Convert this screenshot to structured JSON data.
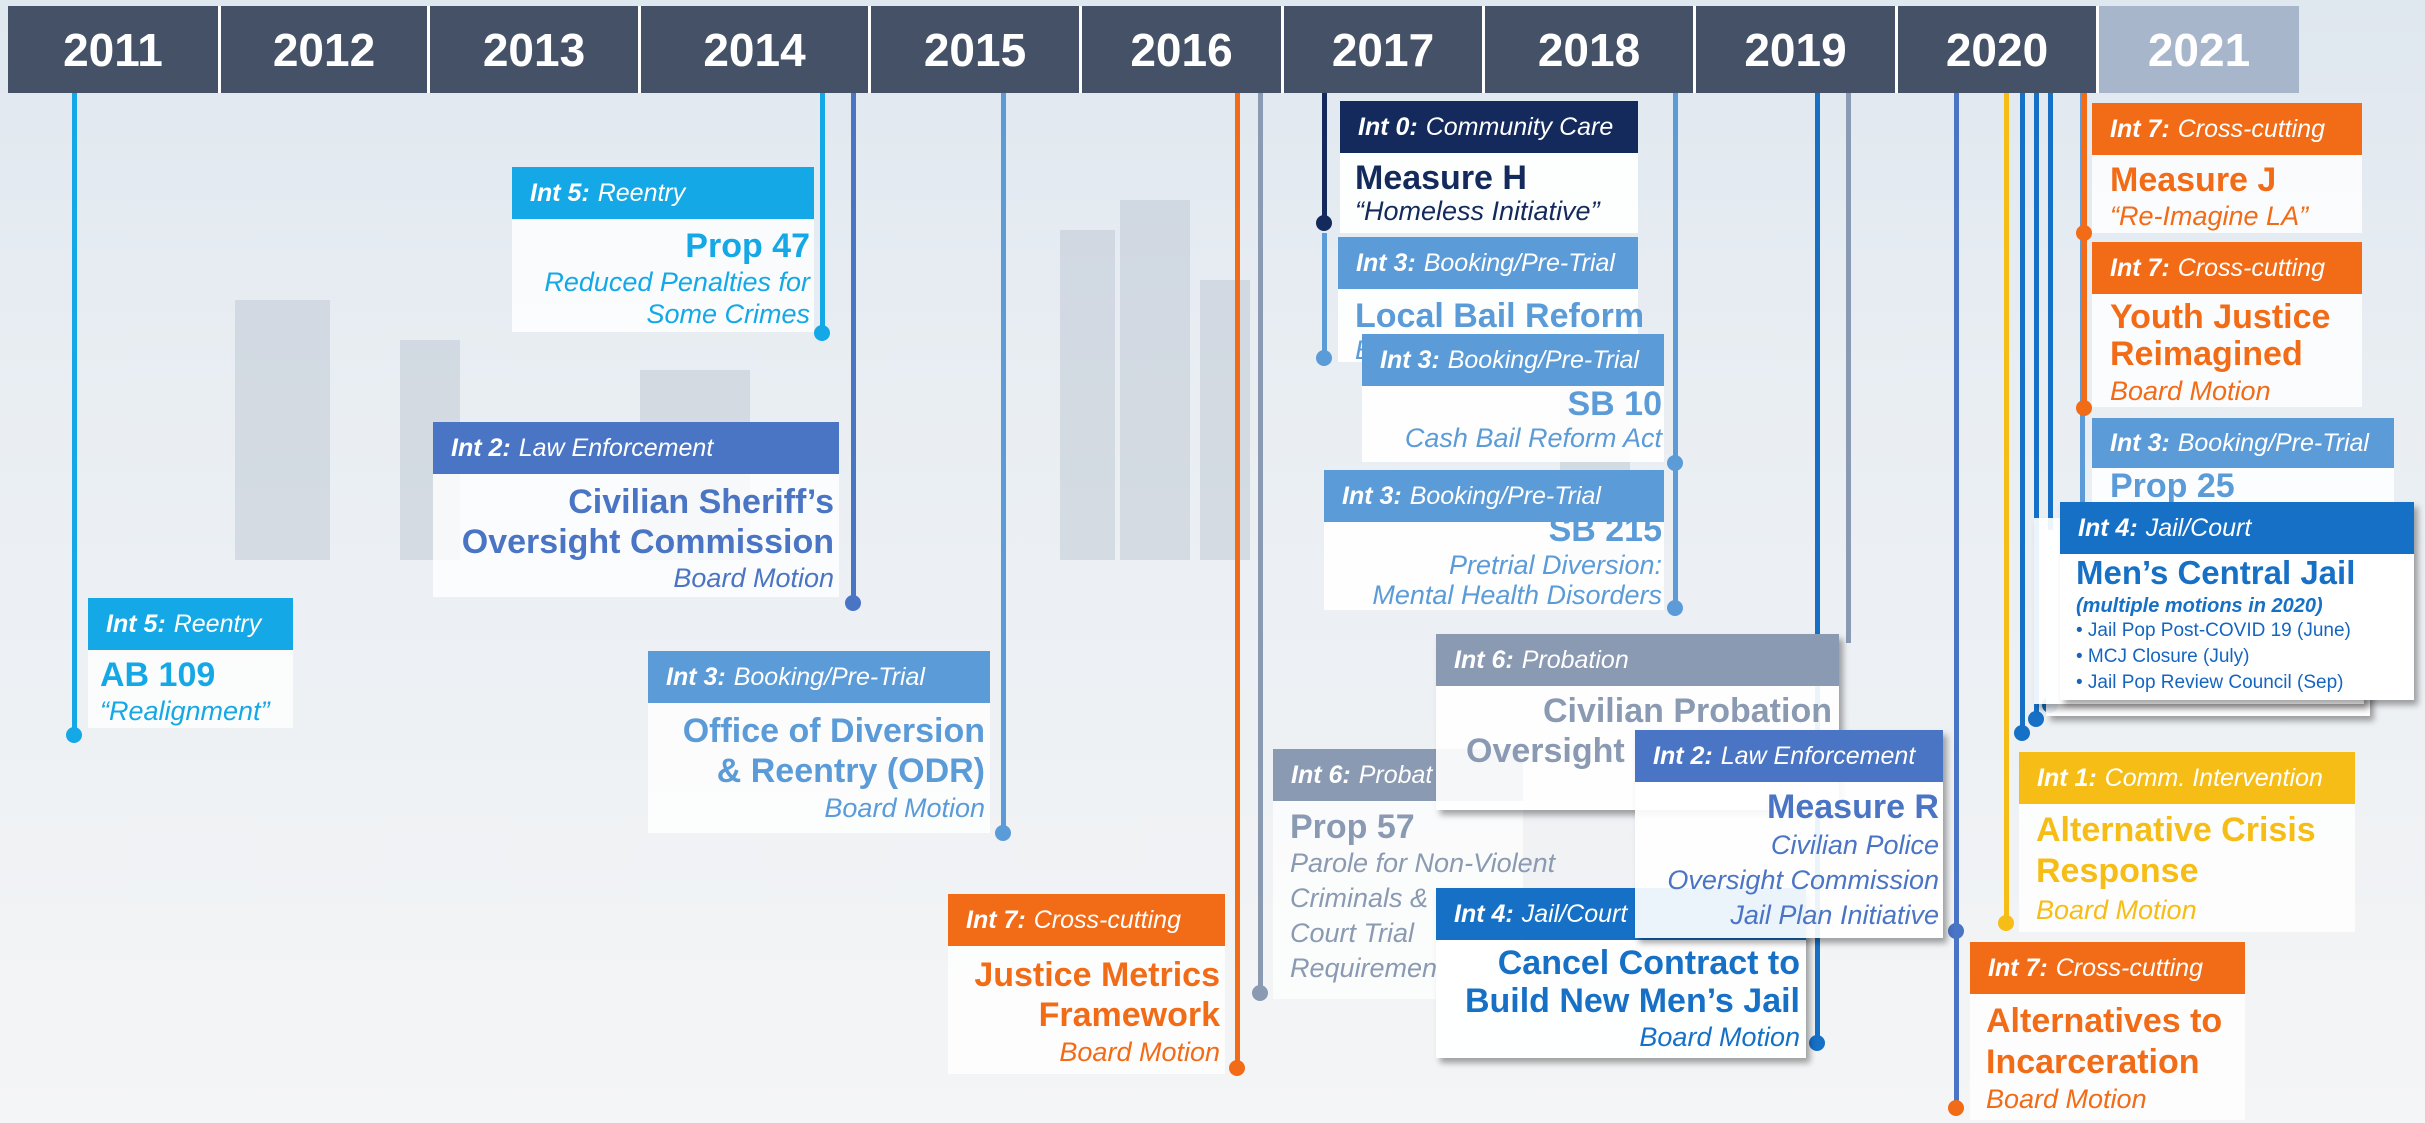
{
  "years": [
    "2011",
    "2012",
    "2013",
    "2014",
    "2015",
    "2016",
    "2017",
    "2018",
    "2019",
    "2020",
    "2021"
  ],
  "colors": {
    "year_bar": "#445166",
    "year_bar_last": "#a8b6cc",
    "cyan": "#15a8e6",
    "mid_blue": "#4a74c4",
    "light_blue": "#5b9bd8",
    "dark_navy": "#142a5c",
    "orange": "#f26b16",
    "gray": "#8a9ab2",
    "strong_blue": "#1670c6",
    "yellow": "#f7bd17"
  },
  "events": {
    "ab109": {
      "int_num": "Int 5:",
      "int_name": "Reentry",
      "title": "AB 109",
      "sub1": "“Realignment”"
    },
    "prop47": {
      "int_num": "Int 5:",
      "int_name": "Reentry",
      "title": "Prop 47",
      "sub1": "Reduced  Penalties for",
      "sub2": "Some Crimes"
    },
    "civilian_sheriff": {
      "int_num": "Int 2:",
      "int_name": "Law Enforcement",
      "title1": "Civilian Sheriff’s",
      "title2": "Oversight Commission",
      "sub1": "Board Motion"
    },
    "odr": {
      "int_num": "Int 3:",
      "int_name": "Booking/Pre-Trial",
      "title1": "Office of Diversion",
      "title2": "& Reentry (ODR)",
      "sub1": "Board Motion"
    },
    "justice_metrics": {
      "int_num": "Int 7:",
      "int_name": "Cross-cutting",
      "title1": "Justice Metrics",
      "title2": "Framework",
      "sub1": "Board Motion"
    },
    "measure_h": {
      "int_num": "Int 0:",
      "int_name": "Community Care",
      "title": "Measure H",
      "sub1": "“Homeless Initiative”"
    },
    "local_bail": {
      "int_num": "Int 3:",
      "int_name": "Booking/Pre-Trial",
      "title": "Local Bail Reform",
      "sub1": "B"
    },
    "sb10": {
      "int_num": "Int 3:",
      "int_name": "Booking/Pre-Trial",
      "title": "SB 10",
      "sub1": "Cash Bail Reform Act"
    },
    "sb215": {
      "int_num": "Int 3:",
      "int_name": "Booking/Pre-Trial",
      "title": "SB 215",
      "sub1": "Pretrial Diversion:",
      "sub2": "Mental Health Disorders"
    },
    "prop57": {
      "int_num": "Int 6:",
      "int_name": "Probat",
      "title": "Prop 57",
      "sub1": "Parole for Non-Violent",
      "sub2": "Criminals &",
      "sub3": "Court Trial",
      "sub4": "Requiremen"
    },
    "civilian_probation": {
      "int_num": "Int 6:",
      "int_name": "Probation",
      "title1": "Civilian Probation",
      "title2": "Oversight"
    },
    "measure_r": {
      "int_num": "Int 2:",
      "int_name": "Law Enforcement",
      "title": "Measure R",
      "sub1": "Civilian Police",
      "sub2": "Oversight Commission",
      "sub3": "Jail Plan Initiative"
    },
    "cancel_contract": {
      "int_num": "Int 4:",
      "int_name": "Jail/Court",
      "title1": "Cancel Contract to",
      "title2": "Build New Men’s Jail",
      "sub1": "Board Motion"
    },
    "measure_j": {
      "int_num": "Int 7:",
      "int_name": "Cross-cutting",
      "title": "Measure J",
      "sub1": "“Re-Imagine LA”"
    },
    "youth_justice": {
      "int_num": "Int 7:",
      "int_name": "Cross-cutting",
      "title1": "Youth Justice",
      "title2": "Reimagined",
      "sub1": "Board Motion"
    },
    "prop25": {
      "int_num": "Int 3:",
      "int_name": "Booking/Pre-Trial",
      "title": "Prop 25"
    },
    "mens_central_jail": {
      "int_num": "Int 4:",
      "int_name": "Jail/Court",
      "title": "Men’s Central Jail",
      "note": "(multiple motions in 2020)",
      "bullets": [
        "• Jail Pop Post-COVID 19 (June)",
        "• MCJ Closure (July)",
        "• Jail Pop Review Council (Sep)"
      ]
    },
    "alt_crisis": {
      "int_num": "Int 1:",
      "int_name": "Comm. Intervention",
      "title1": "Alternative Crisis",
      "title2": "Response",
      "sub1": "Board Motion"
    },
    "alt_incarceration": {
      "int_num": "Int 7:",
      "int_name": "Cross-cutting",
      "title1": "Alternatives to",
      "title2": "Incarceration",
      "sub1": "Board Motion"
    }
  }
}
